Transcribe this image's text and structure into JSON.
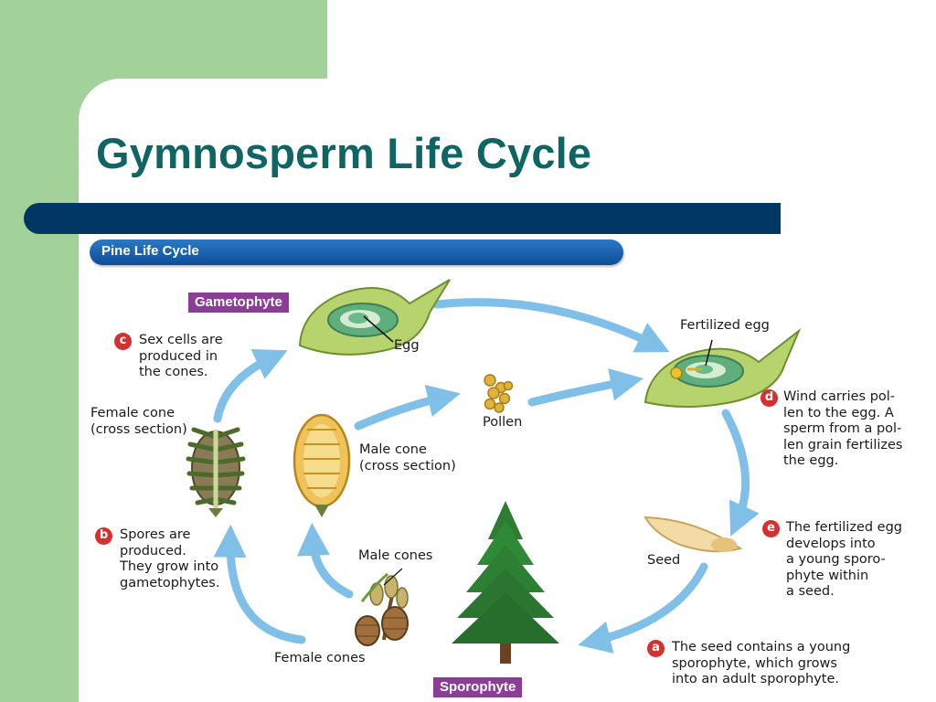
{
  "slide": {
    "title": "Gymnosperm Life Cycle"
  },
  "figure": {
    "header": "Pine Life Cycle",
    "stages": {
      "gametophyte": "Gametophyte",
      "sporophyte": "Sporophyte"
    },
    "labels": {
      "egg": "Egg",
      "fertilized_egg": "Fertilized egg",
      "pollen": "Pollen",
      "female_cone": "Female cone\n(cross section)",
      "male_cone": "Male cone\n(cross section)",
      "male_cones": "Male cones",
      "female_cones": "Female cones",
      "seed": "Seed"
    },
    "steps": [
      {
        "letter": "c",
        "text": "Sex cells are\nproduced in\nthe cones."
      },
      {
        "letter": "d",
        "text": "Wind carries pol-\nlen to the egg. A\nsperm from a pol-\nlen grain fertilizes\nthe egg."
      },
      {
        "letter": "b",
        "text": "Spores are\nproduced.\nThey grow into\ngametophytes."
      },
      {
        "letter": "e",
        "text": "The fertilized egg\ndevelops into\na young sporo-\nphyte within\na seed."
      },
      {
        "letter": "a",
        "text": "The seed contains a young\nsporophyte, which grows\ninto an adult sporophyte."
      }
    ],
    "colors": {
      "arrow": "#7fbfe8",
      "stage_badge": "#8b3d97",
      "step_badge": "#d62f2f",
      "title": "#0f6464",
      "rule": "#003764",
      "green_block": "#a3d19a"
    }
  }
}
